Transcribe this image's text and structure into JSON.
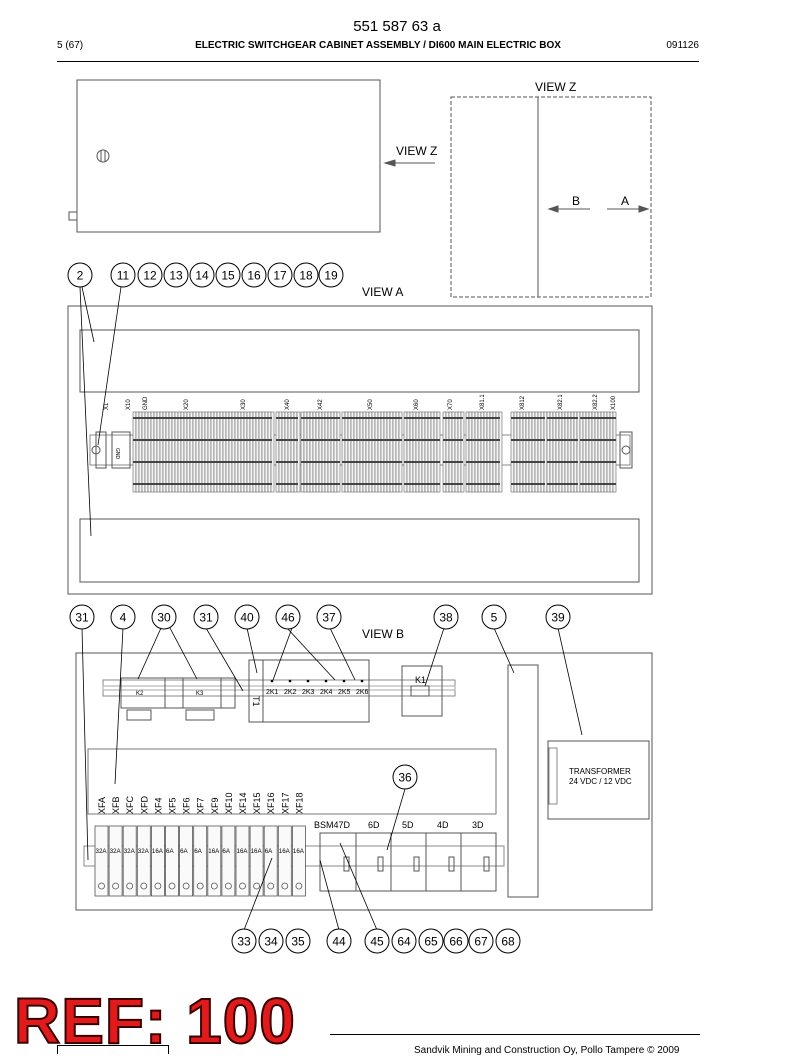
{
  "header": {
    "doc_number": "551 587 63 a",
    "page": "5 (67)",
    "title": "ELECTRIC SWITCHGEAR CABINET ASSEMBLY / DI600 MAIN ELECTRIC BOX",
    "date": "091126"
  },
  "views": {
    "view_z_top": "VIEW Z",
    "view_z_arrow": "VIEW Z",
    "view_a": "VIEW A",
    "view_b": "VIEW B",
    "arrow_b": "B",
    "arrow_a": "A"
  },
  "callouts_view_a": [
    "2",
    "11",
    "12",
    "13",
    "14",
    "15",
    "16",
    "17",
    "18",
    "19"
  ],
  "callouts_view_b_top": [
    "31",
    "4",
    "30",
    "31",
    "40",
    "46",
    "37",
    "38",
    "5",
    "39"
  ],
  "callouts_view_b_mid": [
    "36"
  ],
  "callouts_bottom": [
    "33",
    "34",
    "35",
    "44",
    "45",
    "64",
    "65",
    "66",
    "67",
    "68"
  ],
  "terminal_labels": [
    "X1",
    "X10",
    "GND",
    "X20",
    "X30",
    "X40",
    "X42",
    "X50",
    "X60",
    "X70",
    "X81.1",
    "X812",
    "X82.1",
    "X82.2",
    "X100"
  ],
  "gnd_block_label": "GND",
  "relays_left": [
    "K2",
    "K3"
  ],
  "relay_block": [
    "2K1",
    "2K2",
    "2K3",
    "2K4",
    "2K5",
    "2K6"
  ],
  "relay_t1": "T1",
  "contactor": "K1",
  "transformer": {
    "line1": "TRANSFORMER",
    "line2": "24 VDC / 12 VDC"
  },
  "fuse_names": [
    "XFA",
    "XFB",
    "XFC",
    "XFD",
    "XF4",
    "XF5",
    "XF6",
    "XF7",
    "XF9",
    "XF10",
    "XF14",
    "XF15",
    "XF16",
    "XF17",
    "XF18"
  ],
  "fuse_ratings": [
    "32A",
    "32A",
    "32A",
    "32A",
    "16A",
    "6A",
    "6A",
    "6A",
    "16A",
    "6A",
    "16A",
    "16A",
    "6A",
    "16A",
    "16A"
  ],
  "modules": [
    "BSM47D",
    "6D",
    "5D",
    "4D",
    "3D"
  ],
  "stamp": "REF: 100",
  "footer": {
    "copyright": "Sandvik Mining and Construction Oy, Pollo Tampere © 2009"
  }
}
